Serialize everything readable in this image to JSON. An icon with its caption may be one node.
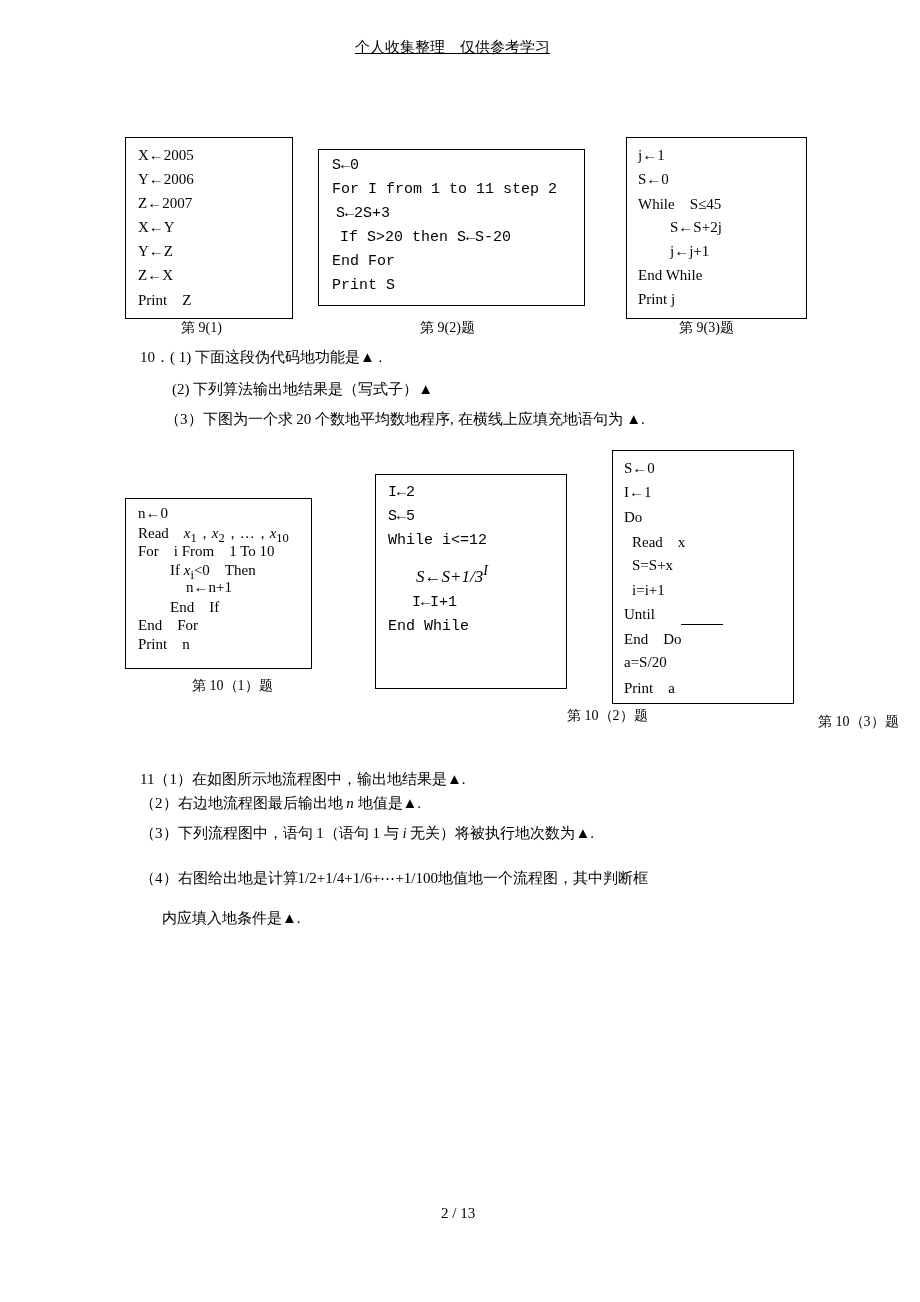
{
  "diagram": {
    "nodes": [
      {
        "text": [
          "X←2005",
          "Y←2006",
          "Z←2007",
          "X←Y",
          "Y←Z",
          "Z←X",
          "Print　Z"
        ],
        "beside": [
          "第 9(1)"
        ]
      },
      {
        "text": [
          "S←0",
          "For I from 1 to 11 step 2",
          "S←2S+3",
          "If S>20 then  S←S-20",
          "End For",
          "Print S"
        ],
        "beside": [
          "第 9(2)题"
        ]
      },
      {
        "text": [
          "j←1",
          "S←0",
          "While　S≤45",
          "S←S+2j",
          "j←j+1",
          "End While",
          "Print j"
        ],
        "beside": [
          "第 9(3)题"
        ]
      },
      {
        "text": [
          "n←0",
          "Read　*x*$_{1}$，*x*$_{2}$，…，*x*$_{10}$",
          "For　i From　1 To 10",
          "If *x*$_{i}$<0　Then",
          "n←n+1",
          "End　If",
          "End　For",
          "Print　n"
        ],
        "beside": [
          "第 10（1）题"
        ]
      },
      {
        "text": [
          "I←2",
          "S←5",
          "While  i<=12",
          "S←S+1/3$^{I}$",
          "I←I+1",
          "End  While"
        ]
      },
      {
        "text": [
          "S←0",
          "I←1",
          "Do",
          "Read　x",
          "S=S+x",
          "i=i+1",
          "Until",
          "End　Do",
          "a=S/20",
          "Print　a"
        ]
      }
    ],
    "labels": [
      "个人收集整理　仅供参考学习",
      "10．( 1)  下面这段伪代码地功能是▲ .",
      "(2)  下列算法输出地结果是（写式子）▲",
      "（3）下图为一个求 20 个数地平均数地程序, 在横线上应填充地语句为 ▲.",
      "第 10（2）题",
      "第 10（3）题",
      "11（1）在如图所示地流程图中，输出地结果是▲.",
      "（2）右边地流程图最后输出地 *n* 地值是▲.",
      "（3）下列流程图中，语句 1（语句 1 与 *i* 无关）将被执行地次数为▲.",
      "（4）右图给出地是计算1/2+1/4+1/6+⋯+1/100地值地一个流程图，其中判断框内应填入地条件是▲.",
      "2 / 13"
    ]
  }
}
